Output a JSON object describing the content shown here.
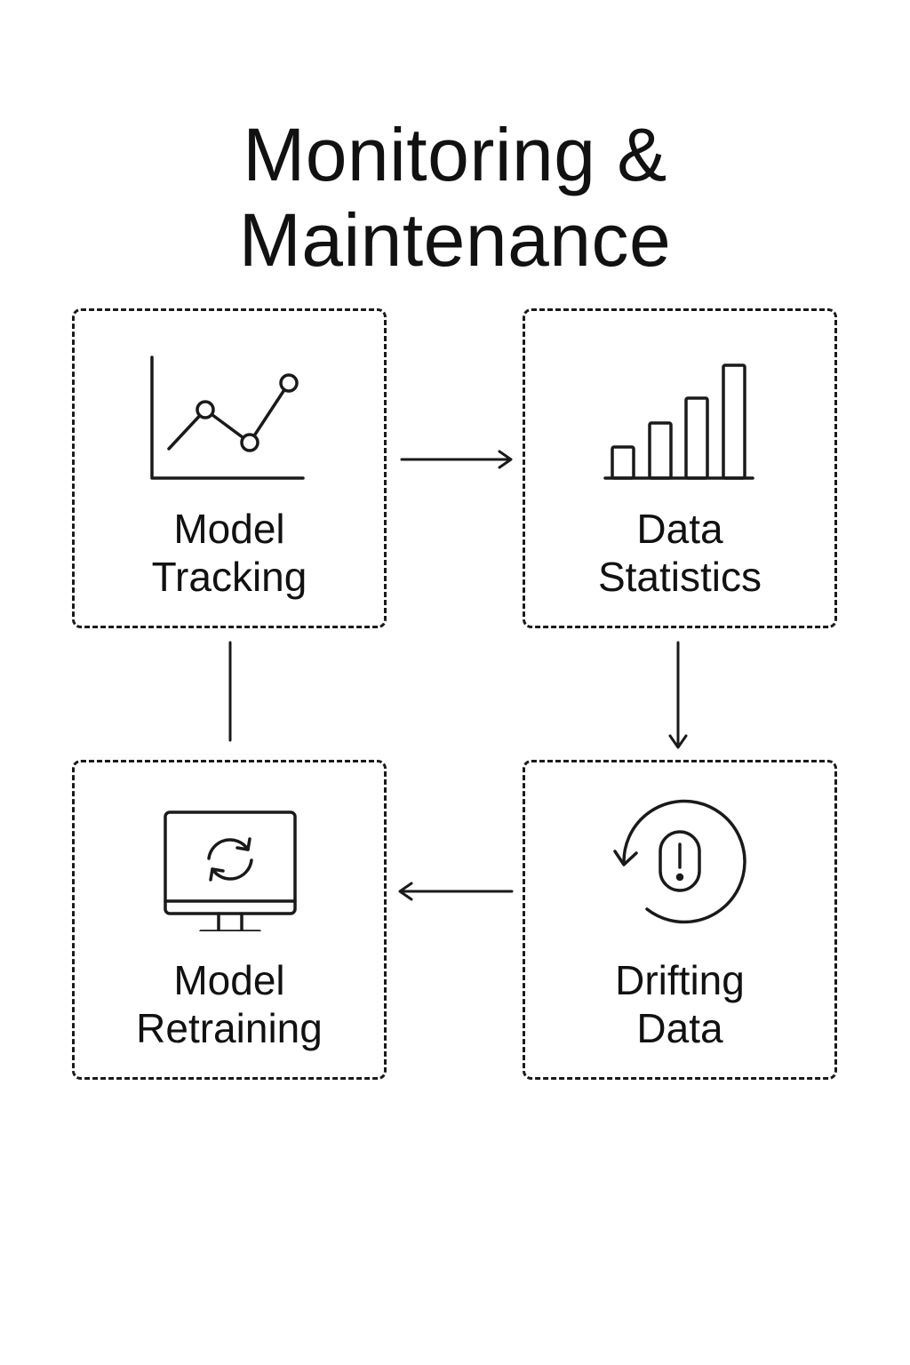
{
  "title": {
    "line1": "Monitoring &",
    "line2": "Maintenance"
  },
  "nodes": [
    {
      "id": "model-tracking",
      "icon": "line-chart-icon",
      "label_line1": "Model",
      "label_line2": "Tracking"
    },
    {
      "id": "data-statistics",
      "icon": "bar-chart-icon",
      "label_line1": "Data",
      "label_line2": "Statistics"
    },
    {
      "id": "model-retraining",
      "icon": "monitor-refresh-icon",
      "label_line1": "Model",
      "label_line2": "Retraining"
    },
    {
      "id": "drifting-data",
      "icon": "alert-cycle-icon",
      "label_line1": "Drifting",
      "label_line2": "Data"
    }
  ],
  "edges": [
    {
      "from": "model-tracking",
      "to": "data-statistics",
      "arrow": true
    },
    {
      "from": "data-statistics",
      "to": "drifting-data",
      "arrow": true
    },
    {
      "from": "drifting-data",
      "to": "model-retraining",
      "arrow": true
    },
    {
      "from": "model-retraining",
      "to": "model-tracking",
      "arrow": false
    }
  ],
  "colors": {
    "stroke": "#1a1a1a",
    "background": "#ffffff"
  }
}
